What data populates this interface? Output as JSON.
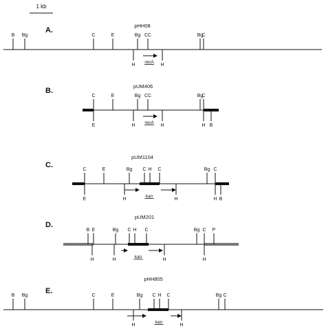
{
  "scale_bar": {
    "label": "1 kb"
  },
  "constructs": [
    {
      "panel": "A.",
      "name": "pHH08",
      "above": [
        {
          "label": "B"
        },
        {
          "label": "Bg"
        },
        {
          "label": "C"
        },
        {
          "label": "E"
        },
        {
          "label": "Bg"
        },
        {
          "label": "CC"
        },
        {
          "label": "Bg"
        },
        {
          "label": "C"
        }
      ],
      "below": [
        {
          "label": "H"
        },
        {
          "label": "H"
        }
      ],
      "gene": "recA"
    },
    {
      "panel": "B.",
      "name": "pUM406",
      "above": [
        {
          "label": "C"
        },
        {
          "label": "E"
        },
        {
          "label": "Bg"
        },
        {
          "label": "CC"
        },
        {
          "label": "Bg"
        },
        {
          "label": "C"
        }
      ],
      "below": [
        {
          "label": "E"
        },
        {
          "label": "H"
        },
        {
          "label": "H"
        },
        {
          "label": "H"
        },
        {
          "label": "B"
        }
      ],
      "gene": "recA"
    },
    {
      "panel": "C.",
      "name": "pUM1104",
      "above": [
        {
          "label": "C"
        },
        {
          "label": "E"
        },
        {
          "label": "Bg"
        },
        {
          "label": "C"
        },
        {
          "label": "H"
        },
        {
          "label": "C"
        },
        {
          "label": "Bg"
        },
        {
          "label": "C"
        }
      ],
      "below": [
        {
          "label": "E"
        },
        {
          "label": "H"
        },
        {
          "label": "H"
        },
        {
          "label": "H"
        },
        {
          "label": "B"
        }
      ],
      "gene": "kan"
    },
    {
      "panel": "D.",
      "name": "pUM201",
      "above": [
        {
          "label": "B"
        },
        {
          "label": "E"
        },
        {
          "label": "Bg"
        },
        {
          "label": "C"
        },
        {
          "label": "H"
        },
        {
          "label": "C"
        },
        {
          "label": "Bg"
        },
        {
          "label": "C"
        },
        {
          "label": "P"
        }
      ],
      "below": [
        {
          "label": "H"
        },
        {
          "label": "H"
        },
        {
          "label": "H"
        },
        {
          "label": "H"
        }
      ],
      "gene": "kan"
    },
    {
      "panel": "E.",
      "name": "pHH805",
      "above": [
        {
          "label": "B"
        },
        {
          "label": "Bg"
        },
        {
          "label": "C"
        },
        {
          "label": "E"
        },
        {
          "label": "Bg"
        },
        {
          "label": "C"
        },
        {
          "label": "H"
        },
        {
          "label": "C"
        },
        {
          "label": "Bg"
        },
        {
          "label": "C"
        }
      ],
      "below": [
        {
          "label": "H"
        },
        {
          "label": "H"
        }
      ],
      "gene": "kan"
    }
  ]
}
